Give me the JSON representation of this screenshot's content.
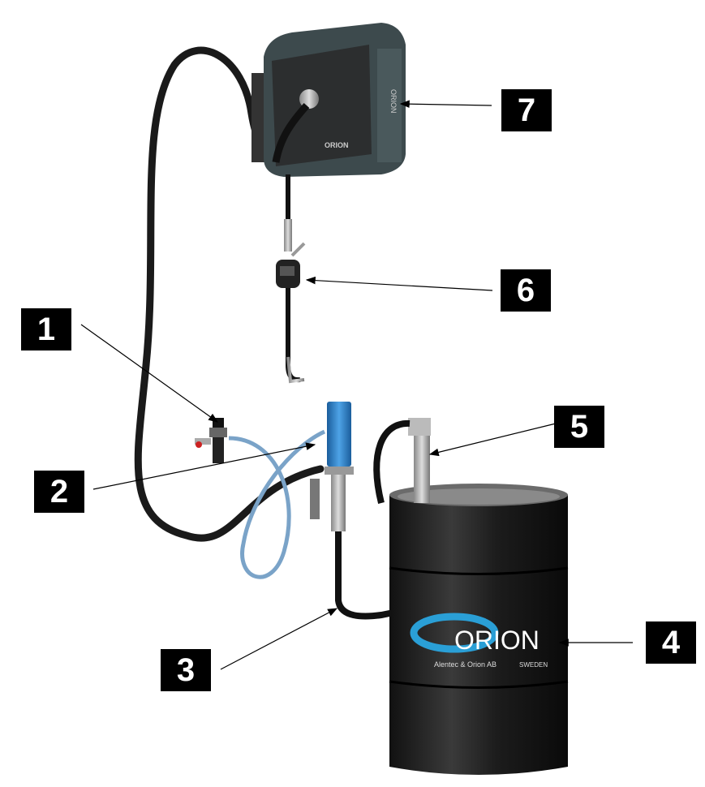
{
  "labels": [
    "1",
    "2",
    "3",
    "4",
    "5",
    "6",
    "7"
  ],
  "barrel_logo": {
    "brand": "ORION",
    "maker": "Alentec & Orion AB",
    "country": "SWEDEN"
  },
  "reel_logo": {
    "front": "ORION",
    "side": "ORION"
  },
  "colors": {
    "label_bg": "#000000",
    "logo_blue": "#2a9fd6",
    "pump_blue": "#2b7fc4",
    "reel_body": "#3d4a4d"
  }
}
